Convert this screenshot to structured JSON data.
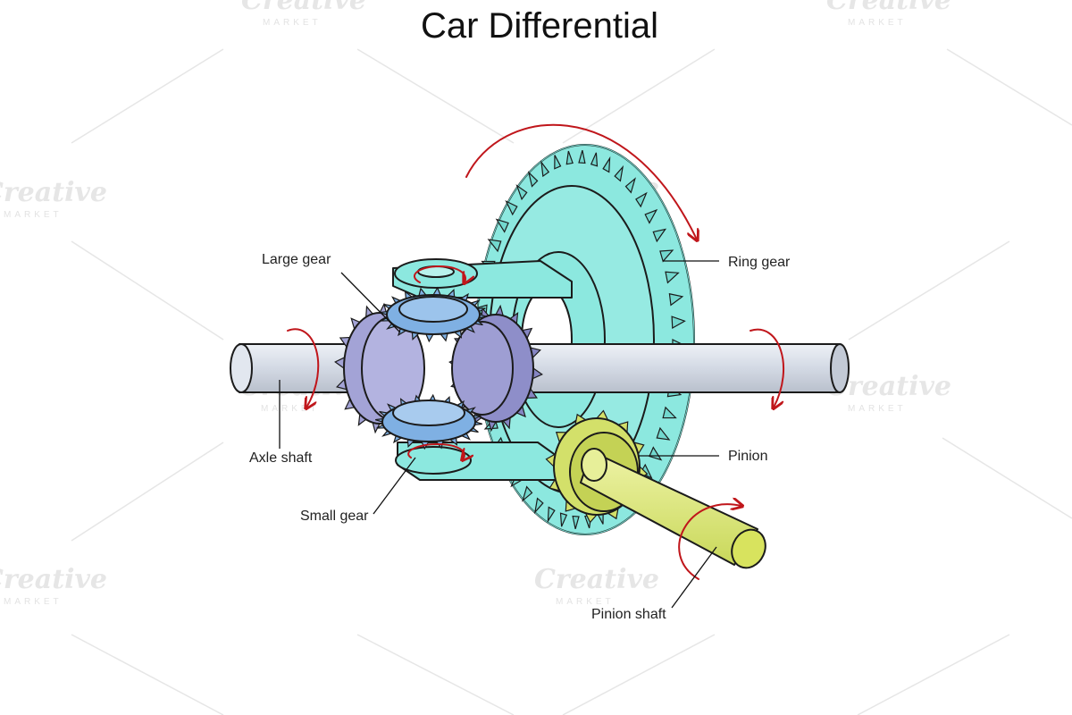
{
  "title": "Car Differential",
  "labels": {
    "ring_gear": "Ring gear",
    "large_gear": "Large gear",
    "axle_shaft": "Axle shaft",
    "small_gear": "Small gear",
    "pinion": "Pinion",
    "pinion_shaft": "Pinion shaft"
  },
  "watermark": {
    "brand": "Creative",
    "market": "MARKET"
  },
  "colors": {
    "ring_gear": "#8ce8df",
    "axle_shaft": "#cfd6e2",
    "large_gear": "#a3a3d6",
    "small_gear": "#7fb0e3",
    "pinion": "#d3e06a",
    "rotation_arrow": "#c0161b"
  }
}
